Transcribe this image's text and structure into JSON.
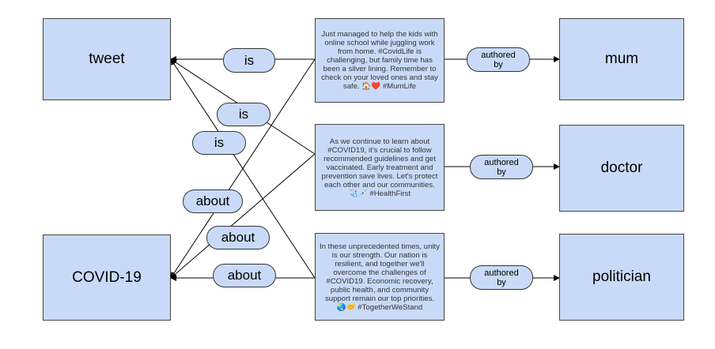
{
  "entities": {
    "tweet": "tweet",
    "covid": "COVID-19",
    "mum": "mum",
    "doctor": "doctor",
    "politician": "politician"
  },
  "tweets": {
    "mum": "Just managed to help the kids with online school while juggling work from home. #CovidLife is challenging, but family time has been a silver lining. Remember to check on your loved ones and stay safe. 🏠❤️ #MumLife",
    "doctor": "As we continue to learn about #COVID19, it's crucial to follow recommended guidelines and get vaccinated. Early treatment and prevention save lives. Let's protect each other and our communities. 🩺💉 #HealthFirst",
    "politician": "In these unprecedented times, unity is our strength. Our nation is resilient, and together we'll overcome the challenges of #COVID19. Economic recovery, public health, and community support remain our top priorities. 🌏🤝 #TogetherWeStand"
  },
  "edge_labels": {
    "is_1": "is",
    "is_2": "is",
    "is_3": "is",
    "about_1": "about",
    "about_2": "about",
    "about_3": "about",
    "authored_line1": "authored",
    "authored_line2": "by"
  }
}
